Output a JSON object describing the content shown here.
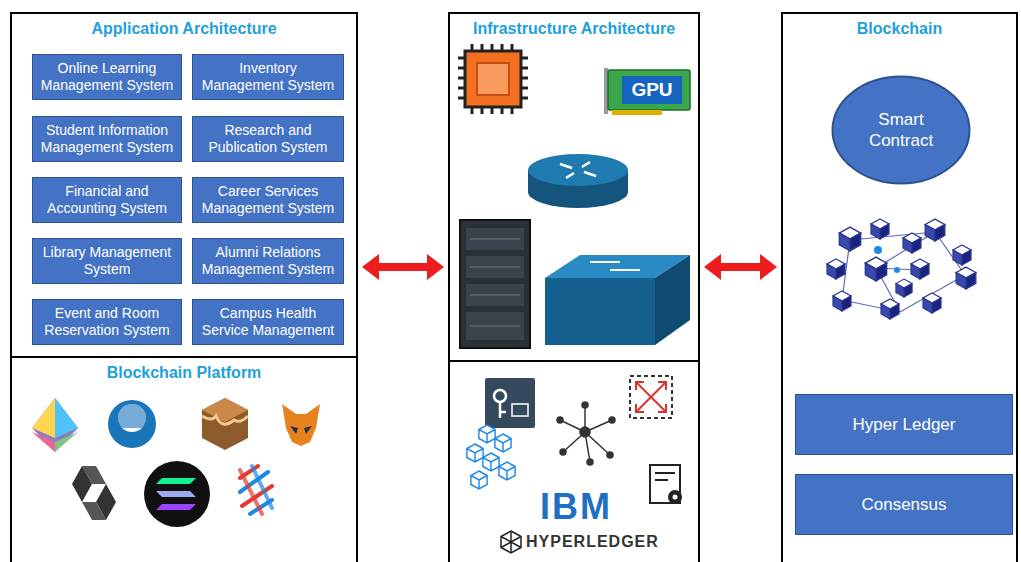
{
  "diagram": {
    "nodes": [
      {
        "text": [
          "Application Architecture"
        ]
      },
      {
        "text": [
          "Online Learning Management System"
        ],
        "in": 0
      },
      {
        "text": [
          "Inventory Management System"
        ],
        "in": 0
      },
      {
        "text": [
          "Student Information Management System"
        ],
        "in": 0
      },
      {
        "text": [
          "Research and Publication System"
        ],
        "in": 0
      },
      {
        "text": [
          "Financial and Accounting System"
        ],
        "in": 0
      },
      {
        "text": [
          "Career Services Management System"
        ],
        "in": 0
      },
      {
        "text": [
          "Library Management System"
        ],
        "in": 0
      },
      {
        "text": [
          "Alumni Relations Management System"
        ],
        "in": 0
      },
      {
        "text": [
          "Event and Room Reservation System"
        ],
        "in": 0
      },
      {
        "text": [
          "Campus Health Service Management"
        ],
        "in": 0
      },
      {
        "text": [
          "Blockchain Platform"
        ]
      },
      {
        "text": [
          "Infrastructure Architecture"
        ]
      },
      {
        "text": [
          "Blockchain"
        ]
      },
      {
        "text": [
          "Smart Contract"
        ],
        "in": 13
      },
      {
        "text": [
          "Hyper Ledger"
        ],
        "in": 13
      },
      {
        "text": [
          "Consensus"
        ],
        "in": 13
      }
    ],
    "edges": [
      {
        "from": 0,
        "to": 12,
        "arrow": "both"
      },
      {
        "from": 12,
        "to": 13,
        "arrow": "both"
      }
    ],
    "labels": [
      "GPU",
      "IBM",
      "HYPERLEDGER"
    ]
  }
}
